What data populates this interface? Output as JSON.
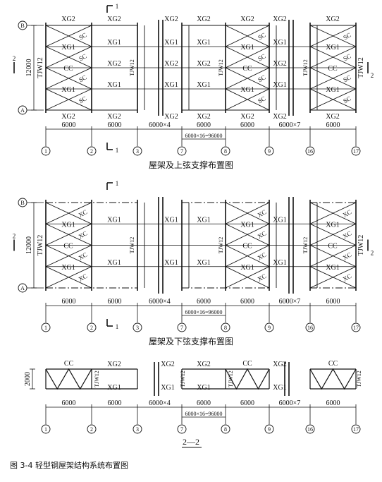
{
  "labels": {
    "brace_top": "XG2",
    "brace_mid": "XG1",
    "cc": "CC",
    "sc": "SC",
    "xc": "XC",
    "tjw": "TJW12",
    "span_12000": "12000",
    "span_2000": "2000",
    "row_b": "B",
    "row_a": "A",
    "sec1": "1",
    "sec2": "2",
    "bay": "6000",
    "bay_x4": "6000×4",
    "bay_x7": "6000×7",
    "total": "6000×16=96000"
  },
  "axis_numbers": [
    "1",
    "2",
    "3",
    "7",
    "8",
    "9",
    "16",
    "17"
  ],
  "plan1_title": "屋架及上弦支撑布置图",
  "plan2_title": "屋架及下弦支撑布置图",
  "section_title": "2—2",
  "caption": "图 3-4 轻型钢屋架结构系统布置图"
}
